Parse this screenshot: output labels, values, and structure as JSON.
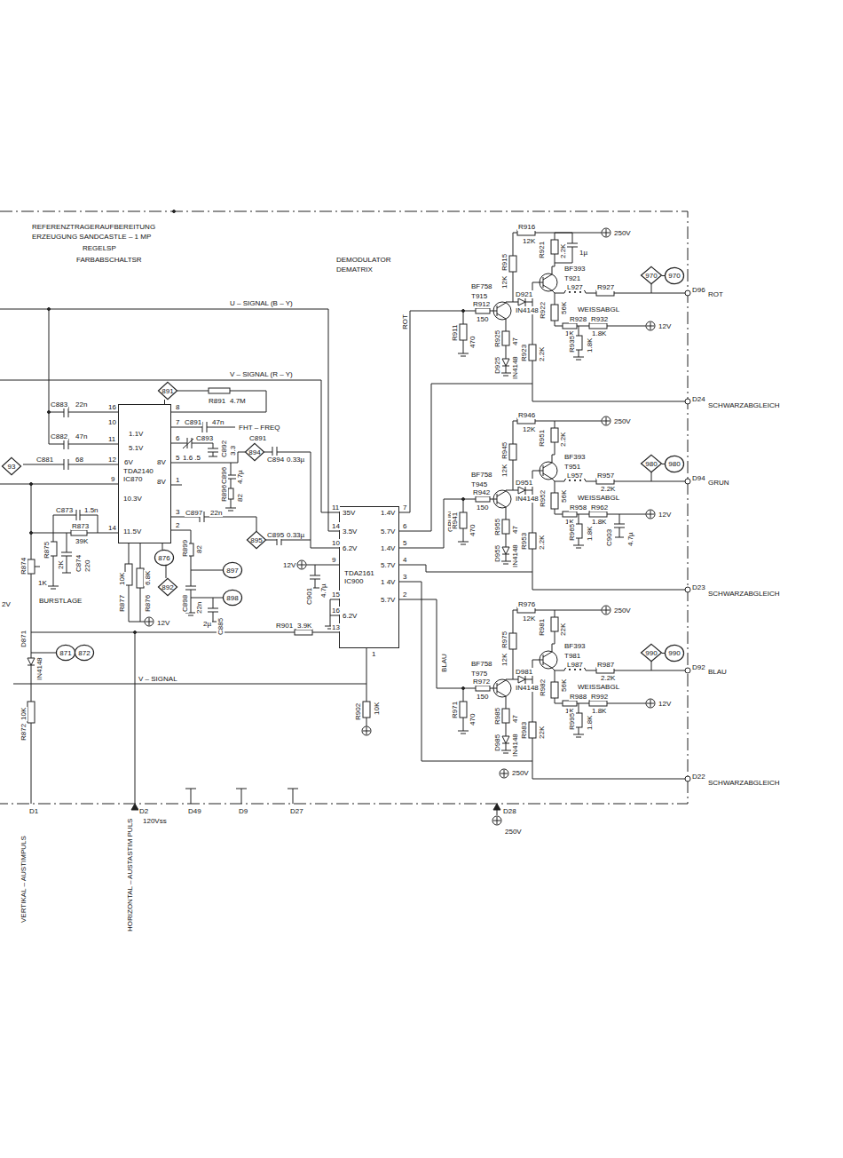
{
  "diagram": {
    "nodes": [
      {
        "text": [
          "TDA2140",
          "IC870"
        ]
      },
      {
        "text": [
          "891"
        ]
      },
      {
        "text": [
          "894"
        ]
      },
      {
        "text": [
          "895"
        ]
      },
      {
        "text": [
          "876"
        ]
      },
      {
        "text": [
          "892"
        ]
      },
      {
        "text": [
          "897"
        ]
      },
      {
        "text": [
          "898"
        ]
      },
      {
        "text": [
          "871"
        ]
      },
      {
        "text": [
          "872"
        ]
      },
      {
        "text": [
          "TDA2161",
          "IC900"
        ]
      },
      {
        "text": [
          "970"
        ]
      },
      {
        "text": [
          "970"
        ]
      },
      {
        "text": [
          "980"
        ]
      },
      {
        "text": [
          "980"
        ]
      },
      {
        "text": [
          "990"
        ]
      },
      {
        "text": [
          "990"
        ]
      },
      {
        "text": [
          "93"
        ]
      }
    ],
    "edges": [
      {
        "from": 1,
        "to": 0,
        "arrow": "none"
      },
      {
        "from": 5,
        "to": 4,
        "arrow": "none"
      },
      {
        "from": 8,
        "to": 9,
        "arrow": "none"
      },
      {
        "from": 11,
        "to": 12,
        "arrow": "none"
      },
      {
        "from": 13,
        "to": 14,
        "arrow": "none"
      },
      {
        "from": 15,
        "to": 16,
        "arrow": "none"
      }
    ],
    "labels": [
      "REFERENZTRAGERAUFBEREITUNG",
      "ERZEUGUNG SANDCASTLE – 1 MP",
      "REGELSP",
      "FARBABSCHALTSR",
      "DEMODULATOR",
      "DEMATRIX",
      "U – SIGNAL (B – Y)",
      "V – SIGNAL (R – Y)",
      "ROT",
      "GRUN",
      "BLAU",
      "C883",
      "22n",
      "16",
      "10",
      "C882",
      "47n",
      "11",
      "C881",
      "68",
      "12",
      "9",
      "C873",
      "1.5n",
      "R873",
      "39K",
      "14",
      "R875",
      "2K",
      "C874",
      "220",
      "R874",
      "1K",
      "BURSTLAGE",
      "1.1V",
      "5.1V",
      "6V",
      "8V",
      "8V",
      "10.3V",
      "11.5V",
      "8",
      "7",
      "6",
      "5",
      "3",
      "2",
      "1",
      "R891",
      "4.7M",
      "C891",
      "47n",
      "FHT – FREQ",
      "C893",
      "C892",
      "3.3",
      "1.6 .5",
      "C891",
      "C894",
      "0.33µ",
      "C896",
      "4.7µ",
      "R896",
      "82",
      "C895",
      "0.33µ",
      "C897",
      "22n",
      "R899",
      "82",
      "C898",
      "22n",
      "C885",
      "2µ",
      "R877",
      "10K",
      "R876",
      "6.8K",
      "12V",
      "R901",
      "3.9K",
      "V – SIGNAL",
      "D871",
      "IN4148",
      "R872",
      "10K",
      "2V",
      "D1",
      "VERTIKAL – AUSTIMPULS",
      "D2",
      "120Vss",
      "HORIZONTAL – AUSTASTIM PULS",
      "D49",
      "D9",
      "D27",
      "D28",
      "250V",
      "11",
      "14",
      "10",
      "9",
      "15",
      "16",
      "13",
      "7",
      "6",
      "5",
      "4",
      "3",
      "2",
      "1",
      "35V",
      "3.5V",
      "6.2V",
      "6.2V",
      "1.4V",
      "5.7V",
      "1.4V",
      "5.7V",
      "1 4V",
      "5.7V",
      "12V",
      "C901",
      "4.7µ",
      "R902",
      "10K",
      "R916",
      "250V",
      "12K",
      "R921",
      "2.2K",
      "1µ",
      "R915",
      "12K",
      "BF393",
      "T921",
      "BF758",
      "T915",
      "D921",
      "IN4148",
      "L927",
      "R927",
      "D96",
      "ROT",
      "R912",
      "150",
      "R922",
      "56K",
      "WEISSABGL",
      "R928",
      "R932",
      "1K",
      "1.8K",
      "12V",
      "R911",
      "470",
      "R925",
      "47",
      "R923",
      "2.2K",
      "R935",
      "1.8K",
      "D925",
      "IN4148",
      "D24",
      "SCHWARZABGLEICH",
      "R946",
      "250V",
      "12K",
      "R951",
      "2.2K",
      "R945",
      "12K",
      "BF393",
      "T951",
      "BF758",
      "T945",
      "D951",
      "IN4148",
      "L957",
      "R957",
      "2.2K",
      "D94",
      "GRUN",
      "R942",
      "150",
      "R952",
      "56K",
      "WEISSABGL",
      "R958",
      "R962",
      "1K",
      "1.8K",
      "12V",
      "R941",
      "470",
      "R955",
      "47",
      "R953",
      "2.2K",
      "R965",
      "1.8K",
      "C903",
      "4.7µ",
      "D955",
      "IN4148",
      "D23",
      "SCHWARZABGLEICH",
      "R976",
      "250V",
      "12K",
      "R981",
      "22K",
      "R975",
      "12K",
      "BF393",
      "T981",
      "BF758",
      "T975",
      "D981",
      "IN4148",
      "L987",
      "R987",
      "2.2K",
      "D92",
      "BLAU",
      "R972",
      "150",
      "R982",
      "56K",
      "WEISSABGL",
      "R988",
      "R992",
      "1K",
      "1.8K",
      "12V",
      "R971",
      "470",
      "R985",
      "47",
      "R983",
      "22K",
      "R995",
      "1.8K",
      "D985",
      "IN4148",
      "250V",
      "D22",
      "SCHWARZABGLEICH"
    ]
  }
}
